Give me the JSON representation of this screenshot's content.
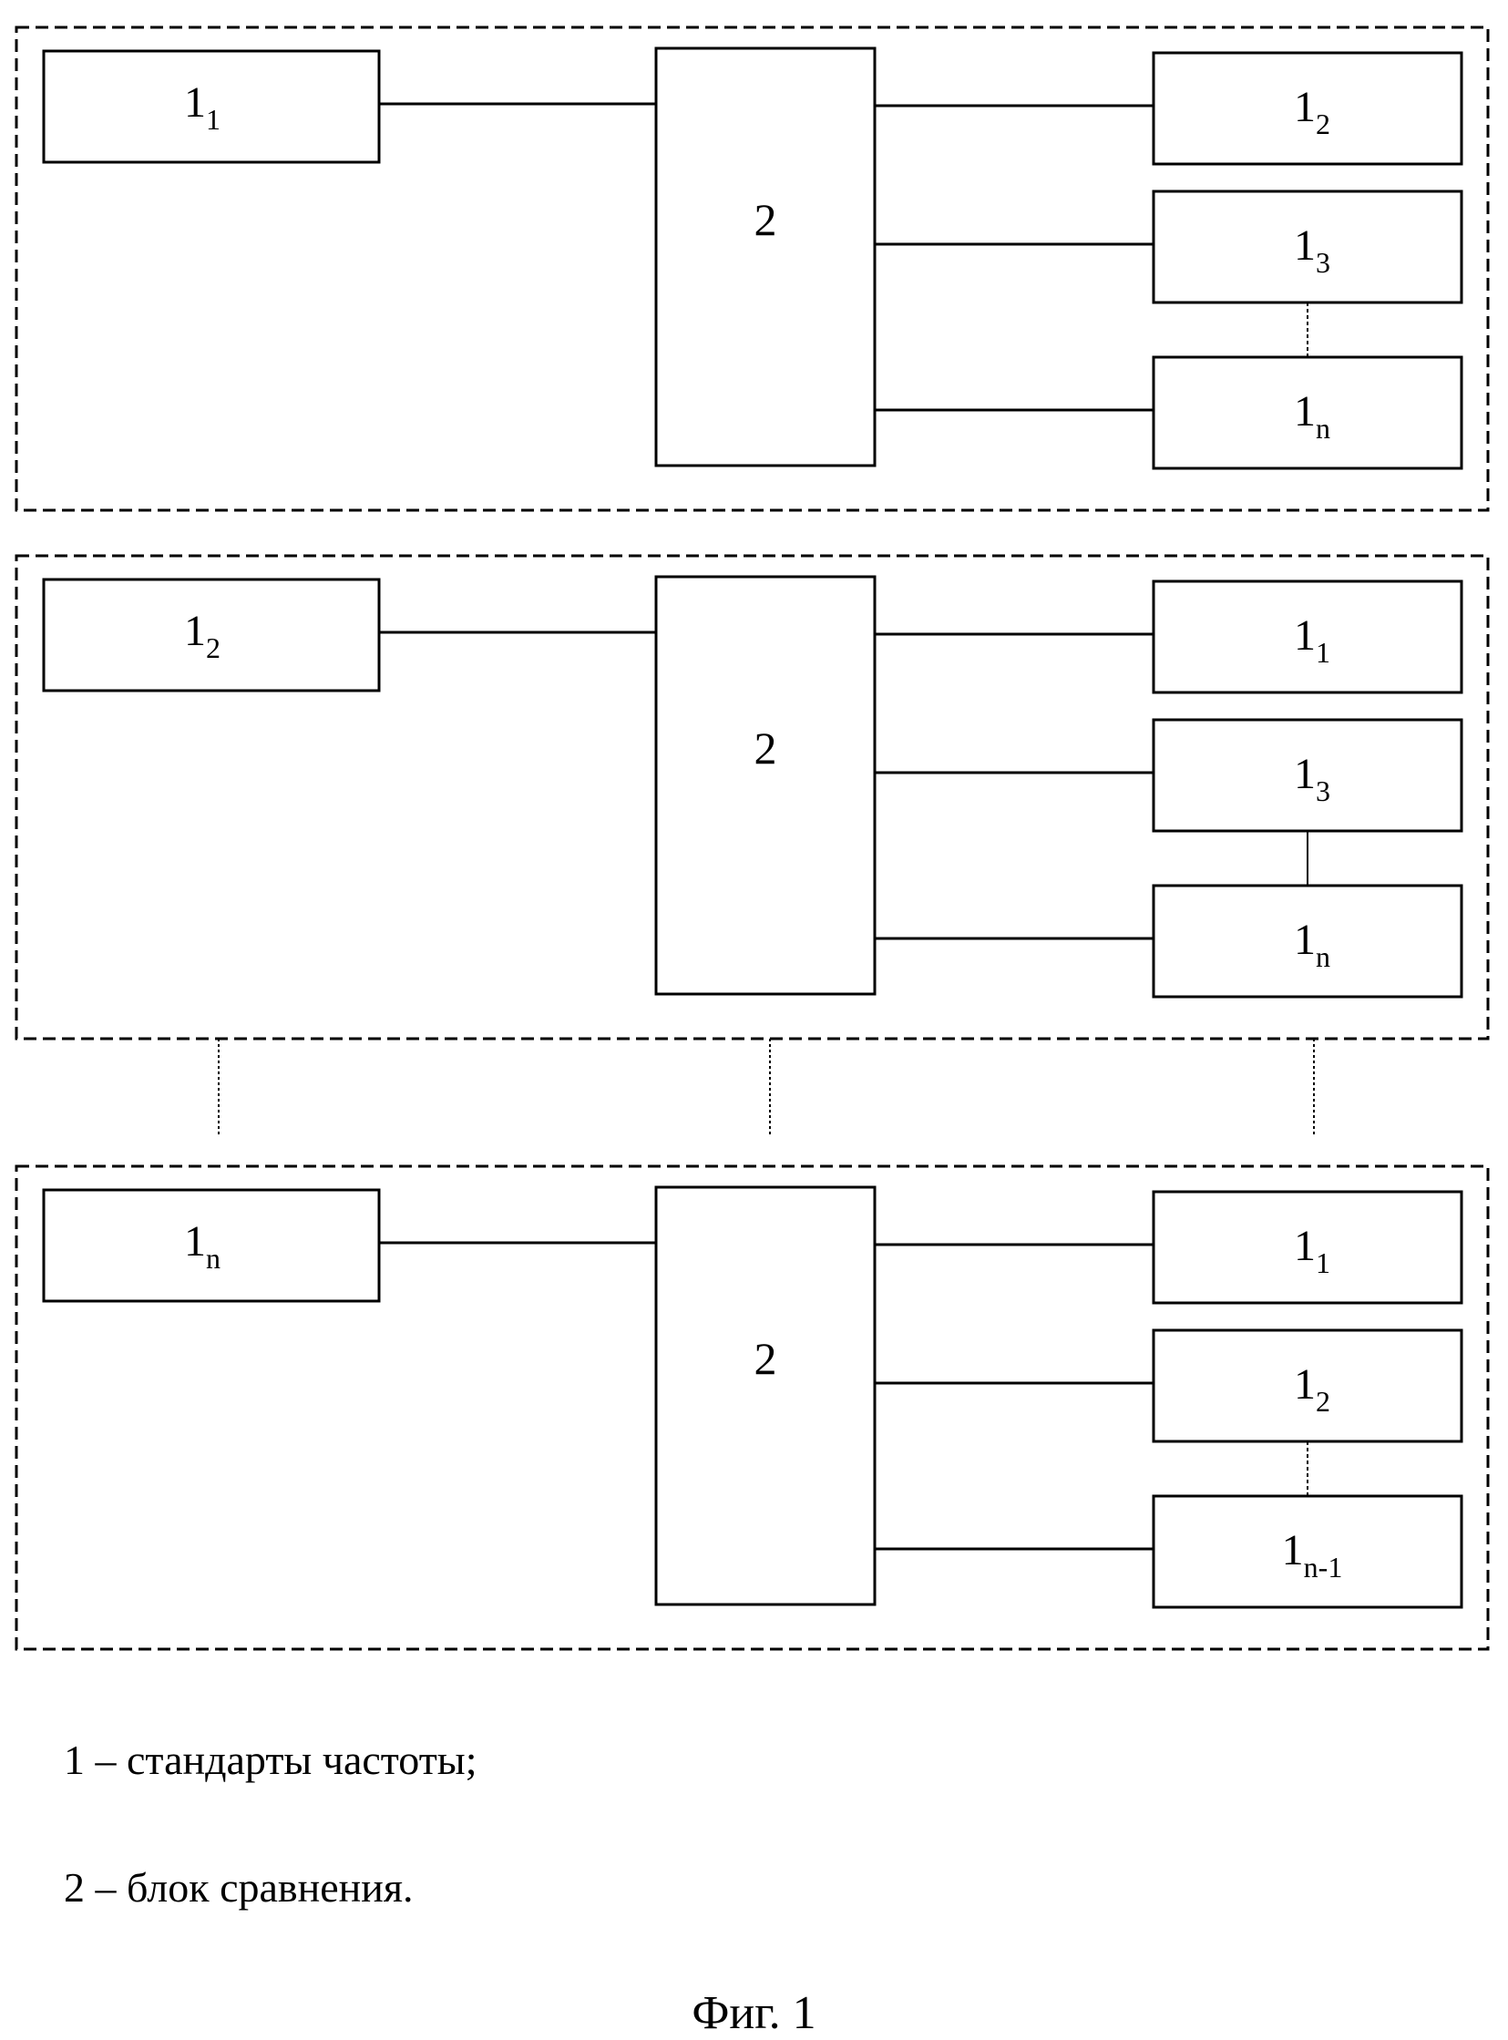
{
  "panels": [
    {
      "source": {
        "base": "1",
        "sub": "1"
      },
      "comparator": "2",
      "targets": [
        {
          "base": "1",
          "sub": "2"
        },
        {
          "base": "1",
          "sub": "3"
        },
        {
          "base": "1",
          "sub": "n"
        }
      ]
    },
    {
      "source": {
        "base": "1",
        "sub": "2"
      },
      "comparator": "2",
      "targets": [
        {
          "base": "1",
          "sub": "1"
        },
        {
          "base": "1",
          "sub": "3"
        },
        {
          "base": "1",
          "sub": "n"
        }
      ]
    },
    {
      "source": {
        "base": "1",
        "sub": "n"
      },
      "comparator": "2",
      "targets": [
        {
          "base": "1",
          "sub": "1"
        },
        {
          "base": "1",
          "sub": "2"
        },
        {
          "base": "1",
          "sub": "n-1"
        }
      ]
    }
  ],
  "legend": [
    "1 – стандарты частоты;",
    "2 – блок сравнения."
  ],
  "caption": "Фиг. 1"
}
